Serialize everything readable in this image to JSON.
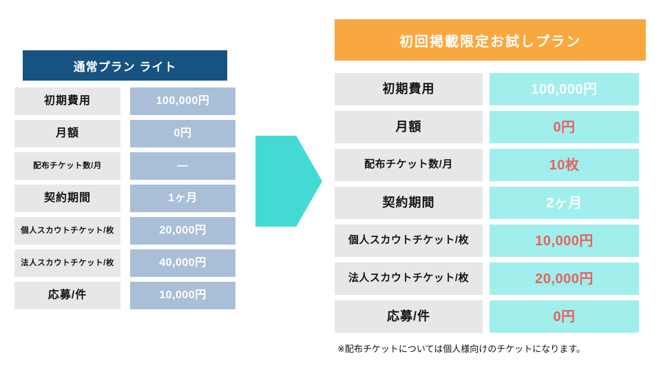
{
  "normal_plan": {
    "title": "通常プラン ライト",
    "colors": {
      "header_bg": "#175380",
      "header_text": "#ffffff",
      "label_bg": "#e7e7e7",
      "value_bg": "#a9bfd7",
      "value_text": "#ffffff"
    },
    "rows": [
      {
        "label": "初期費用",
        "value": "100,000円"
      },
      {
        "label": "月額",
        "value": "0円"
      },
      {
        "label": "配布チケット数/月",
        "value": "—"
      },
      {
        "label": "契約期間",
        "value": "1ヶ月"
      },
      {
        "label": "個人スカウトチケット/枚",
        "value": "20,000円"
      },
      {
        "label": "法人スカウトチケット/枚",
        "value": "40,000円"
      },
      {
        "label": "応募/件",
        "value": "10,000円"
      }
    ]
  },
  "trial_plan": {
    "title": "初回掲載限定お試しプラン",
    "colors": {
      "header_bg": "#f9a73f",
      "header_text": "#ffffff",
      "label_bg": "#e7e7e7",
      "value_bg": "#a0efec",
      "value_text_white": "#ffffff",
      "value_text_red": "#e7625f"
    },
    "rows": [
      {
        "label": "初期費用",
        "value": "100,000円",
        "emphasis": "white"
      },
      {
        "label": "月額",
        "value": "0円",
        "emphasis": "red"
      },
      {
        "label": "配布チケット数/月",
        "value": "10枚",
        "emphasis": "red"
      },
      {
        "label": "契約期間",
        "value": "2ヶ月",
        "emphasis": "white"
      },
      {
        "label": "個人スカウトチケット/枚",
        "value": "10,000円",
        "emphasis": "red"
      },
      {
        "label": "法人スカウトチケット/枚",
        "value": "20,000円",
        "emphasis": "red"
      },
      {
        "label": "応募/件",
        "value": "0円",
        "emphasis": "red"
      }
    ]
  },
  "arrow": {
    "direction": "right",
    "color": "#43dad4"
  },
  "footnote": "※配布チケットについては個人様向けのチケットになります。"
}
